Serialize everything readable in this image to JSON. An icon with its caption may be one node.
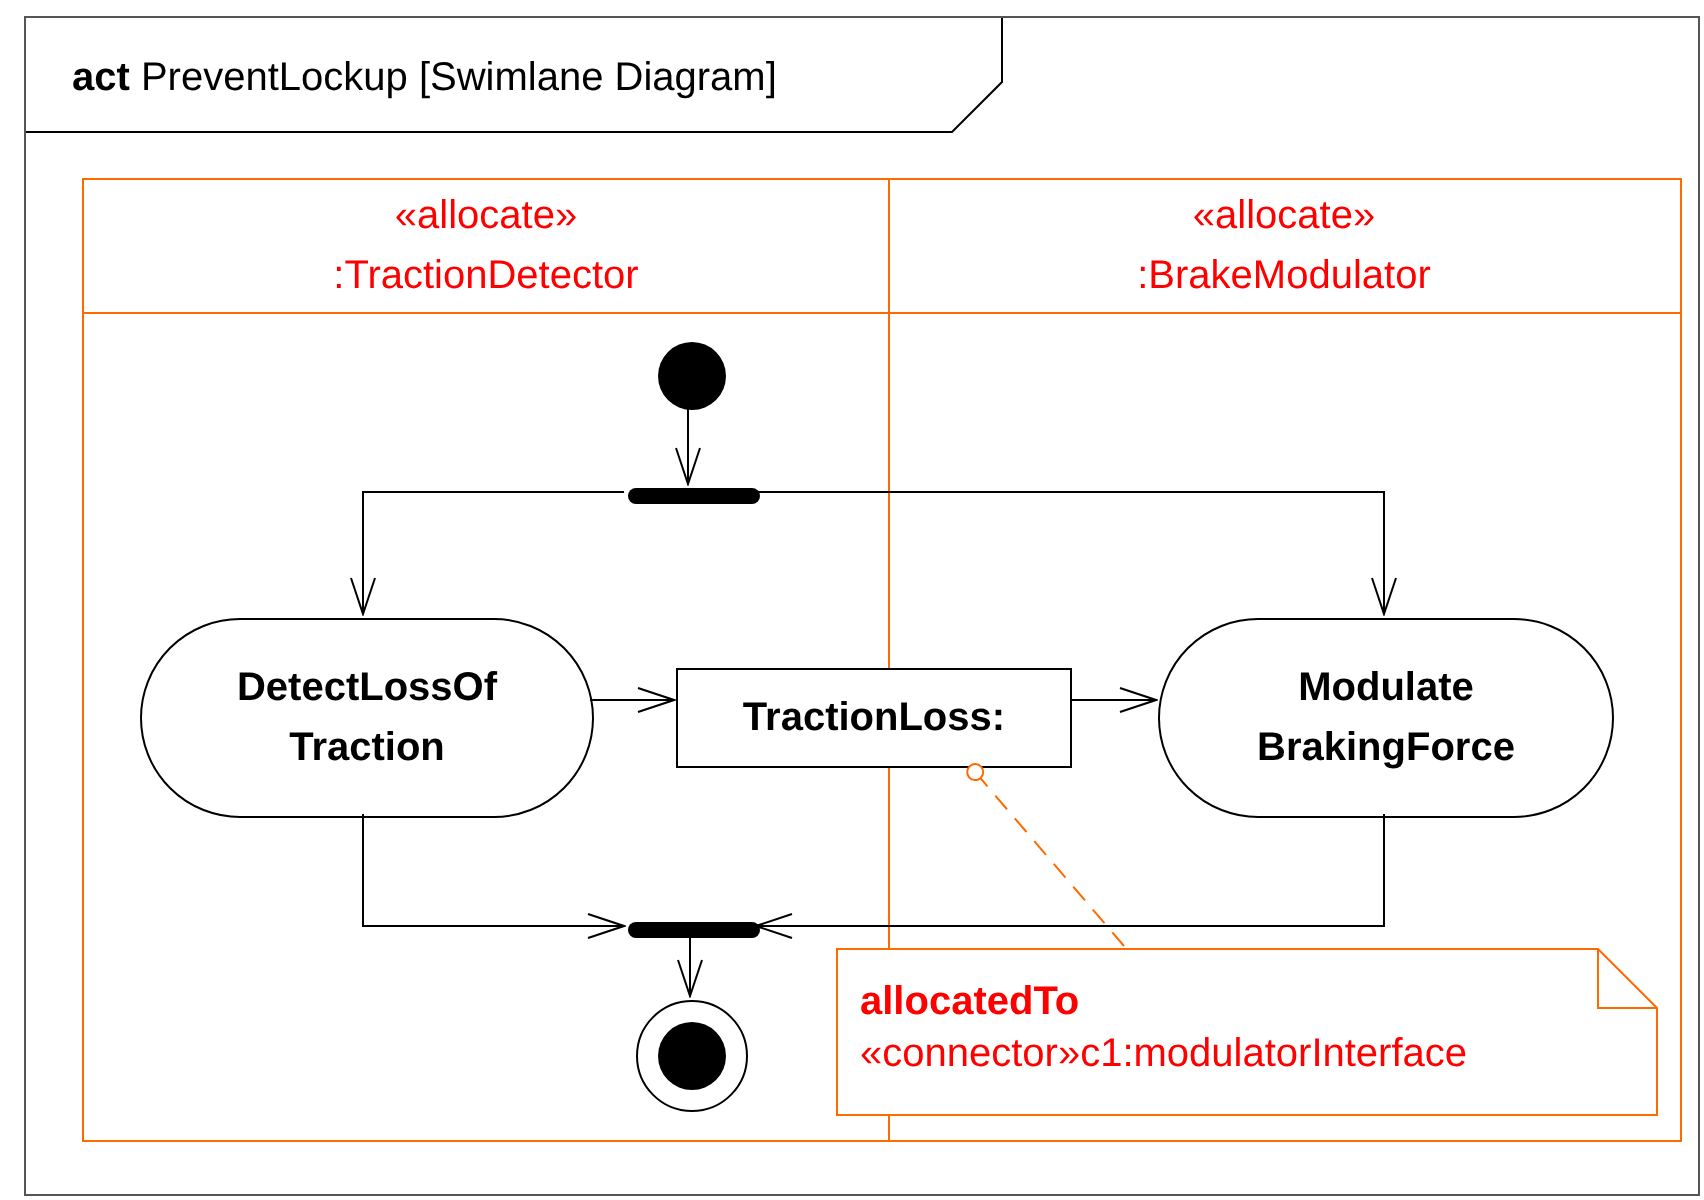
{
  "diagram": {
    "nodes": [
      {
        "text": [
          "**act** PreventLockup [Swimlane Diagram]"
        ]
      },
      {
        "text": [
          "«allocate» :TractionDetector"
        ],
        "in": 0
      },
      {
        "text": [
          "«allocate» :BrakeModulator"
        ],
        "in": 0
      },
      {
        "text": [],
        "shape": "circle",
        "in": 1
      },
      {
        "text": [],
        "shape": "bar",
        "in": 1
      },
      {
        "text": [
          "DetectLossOf Traction"
        ],
        "in": 1
      },
      {
        "text": [
          "TractionLoss:"
        ],
        "in": 0
      },
      {
        "text": [
          "Modulate BrakingForce"
        ],
        "in": 2
      },
      {
        "text": [],
        "shape": "bar",
        "in": 1
      },
      {
        "text": [],
        "shape": "circle",
        "in": 1
      },
      {
        "text": [
          "allocatedTo",
          "«connector»c1:modulatorInterface"
        ],
        "in": 0
      }
    ],
    "edges": [
      {
        "from": 3,
        "to": 4,
        "arrow": "to"
      },
      {
        "from": 4,
        "to": 5,
        "arrow": "to"
      },
      {
        "from": 4,
        "to": 7,
        "arrow": "to"
      },
      {
        "from": 5,
        "to": 6,
        "arrow": "to"
      },
      {
        "from": 6,
        "to": 7,
        "arrow": "to"
      },
      {
        "from": 5,
        "to": 8,
        "arrow": "to"
      },
      {
        "from": 7,
        "to": 8,
        "arrow": "to"
      },
      {
        "from": 8,
        "to": 9,
        "arrow": "to"
      },
      {
        "from": 10,
        "to": 6,
        "arrow": "other",
        "style": "dashed",
        "color": "#ff6a00"
      }
    ]
  }
}
